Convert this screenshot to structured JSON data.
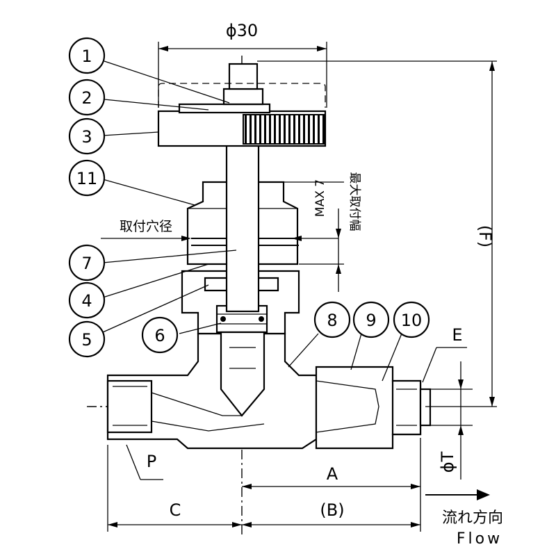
{
  "diagram": {
    "balloons": [
      "1",
      "2",
      "3",
      "11",
      "7",
      "4",
      "5",
      "6",
      "8",
      "9",
      "10"
    ],
    "dimensions": {
      "handle_dia": "ϕ30",
      "max_panel": "MAX 7",
      "max_panel_jp": "最大取付幅",
      "hole_dia_jp": "取付穴径",
      "height": "(F)",
      "port_dia": "ϕT",
      "dim_a": "A",
      "dim_b": "(B)",
      "dim_c": "C",
      "label_e": "E",
      "label_p": "P"
    },
    "flow": {
      "jp": "流れ方向",
      "en": "Flow"
    }
  }
}
